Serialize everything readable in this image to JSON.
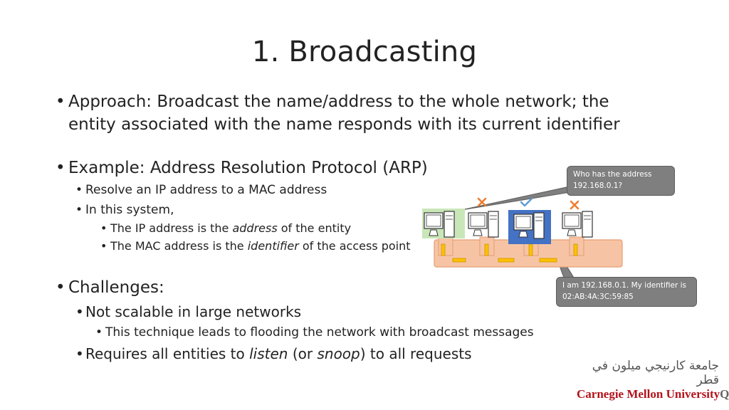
{
  "slide": {
    "title": "1. Broadcasting",
    "approach": {
      "line1": "Approach: Broadcast the name/address to the whole network; the",
      "line2": "entity associated with the name responds with its current identifier"
    },
    "example": {
      "heading": "Example: Address Resolution Protocol (ARP)",
      "sub1": "Resolve an IP address to a MAC address",
      "sub2": "In this system,",
      "sub2a_pre": "The IP address is the ",
      "sub2a_em": "address",
      "sub2a_post": " of the entity",
      "sub2b_pre": "The MAC address is the ",
      "sub2b_em": "identifier",
      "sub2b_post": " of the access point"
    },
    "challenges": {
      "heading": "Challenges:",
      "c1": "Not scalable in large networks",
      "c1a": "This technique leads to flooding the network with broadcast messages",
      "c2_pre": "Requires all entities to ",
      "c2_em1": "listen",
      "c2_mid": " (or ",
      "c2_em2": "snoop",
      "c2_post": ") to all requests"
    },
    "bullet": "•"
  },
  "diagram": {
    "request": {
      "line1": "Who has the address",
      "line2": "192.168.0.1?"
    },
    "reply": {
      "line1": "I am 192.168.0.1. My identifier is",
      "line2": "02:AB:4A:3C:59:85"
    },
    "colors": {
      "requester": "#c9e6b8",
      "responder": "#4472c4",
      "bus": "#f6c4a4",
      "connector": "#ffc000",
      "reject": "#ed7d31",
      "accept": "#5b9bd5"
    },
    "marks": [
      "cross",
      "check",
      "cross"
    ]
  },
  "logo": {
    "arabic": "جامعة كارنيجي ميلون في قطر",
    "english": "Carnegie Mellon University",
    "english_suffix": "Qatar"
  }
}
